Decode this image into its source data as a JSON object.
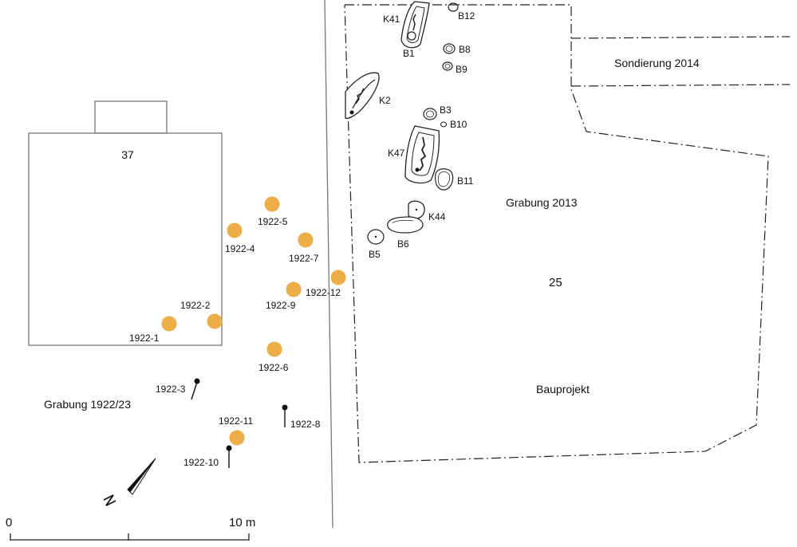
{
  "areas": {
    "building_number": "37",
    "excavation_1922": "Grabung 1922/23",
    "excavation_2013": "Grabung 2013",
    "survey_2014": "Sondierung 2014",
    "parcel_number": "25",
    "project": "Bauprojekt"
  },
  "finds_1922": {
    "circles": [
      "1922-1",
      "1922-2",
      "1922-4",
      "1922-5",
      "1922-6",
      "1922-7",
      "1922-9",
      "1922-11",
      "1922-12"
    ],
    "pins": [
      "1922-3",
      "1922-8",
      "1922-10"
    ]
  },
  "graves": [
    "K41",
    "K2",
    "K47",
    "K44"
  ],
  "pits": [
    "B12",
    "B1",
    "B8",
    "B9",
    "B3",
    "B10",
    "B11",
    "B5",
    "B6"
  ],
  "scale": {
    "start": "0",
    "end": "10 m"
  },
  "colors": {
    "find_circle": "#EDAE47",
    "line": "#555555",
    "ink": "#111111"
  },
  "north_arrow": "north-arrow-icon"
}
